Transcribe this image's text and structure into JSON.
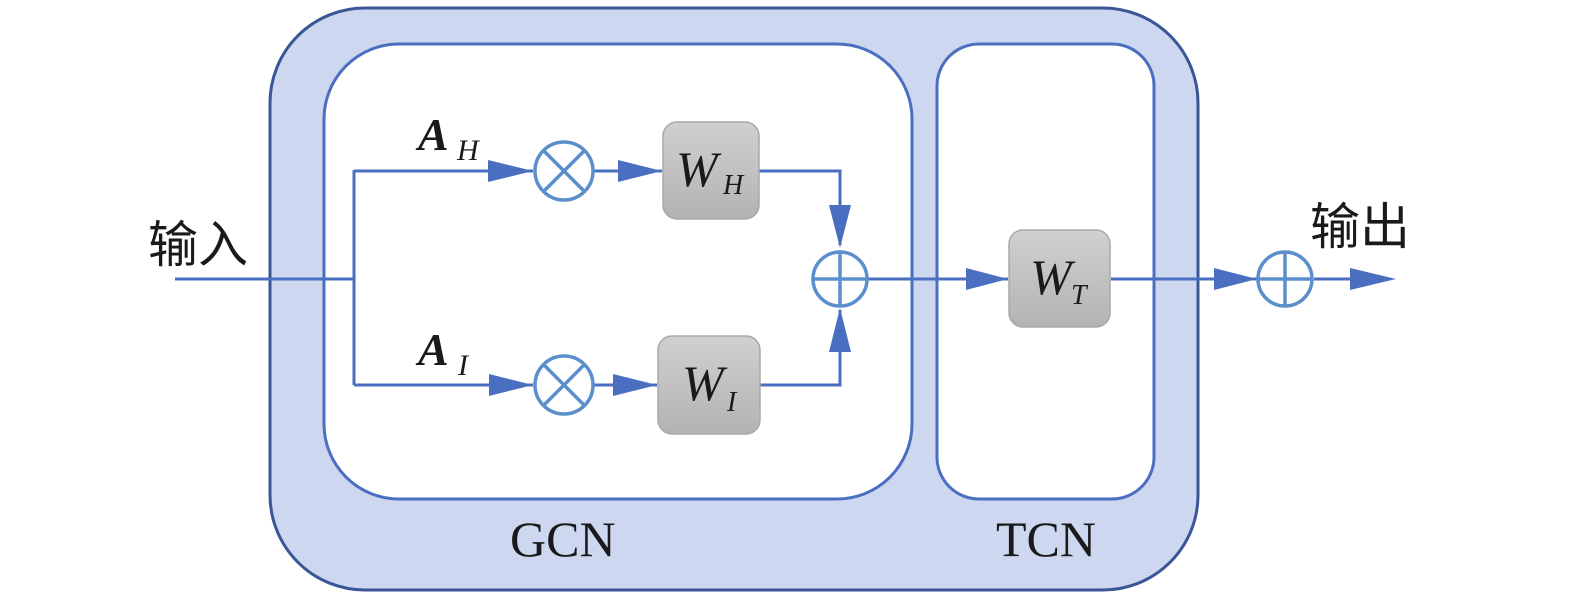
{
  "diagram": {
    "input_label": "输入",
    "output_label": "输出",
    "gcn_label": "GCN",
    "tcn_label": "TCN",
    "branch_top": {
      "adjacency_main": "A",
      "adjacency_sub": "H",
      "weight_main": "W",
      "weight_sub": "H",
      "operator": "multiply"
    },
    "branch_bottom": {
      "adjacency_main": "A",
      "adjacency_sub": "I",
      "weight_main": "W",
      "weight_sub": "I",
      "operator": "multiply"
    },
    "tcn_block": {
      "weight_main": "W",
      "weight_sub": "T"
    },
    "sum_operator": "add",
    "residual_operator": "add",
    "colors": {
      "outer_fill": "#cdd7f0",
      "outer_stroke": "#3a5696",
      "inner_stroke": "#4a6fc0",
      "arrow": "#4a6fc0",
      "operator_stroke": "#5b8fcc",
      "block_fill_top": "#cfcfcf",
      "block_fill_bottom": "#b5b5b5",
      "block_stroke": "#a8a8a8",
      "text": "#1a1a1a"
    }
  }
}
